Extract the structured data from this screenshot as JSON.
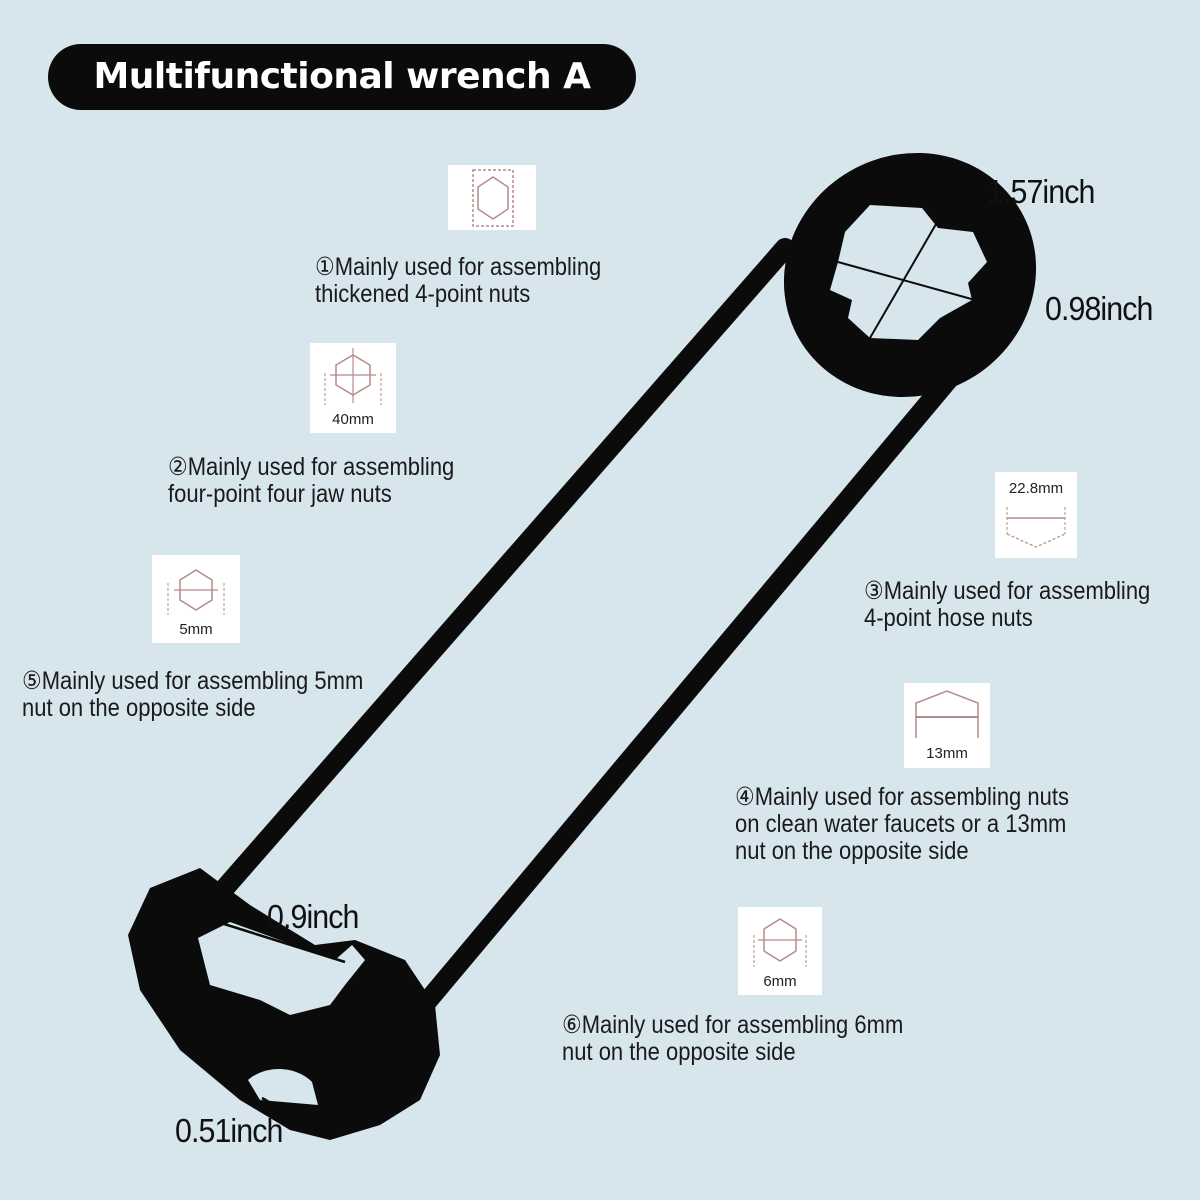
{
  "title": "Multifunctional wrench A",
  "dimensions": {
    "top_width": "1.57inch",
    "top_height": "0.98inch",
    "bottom_jaw": "0.9inch",
    "bottom_small": "0.51inch"
  },
  "features": [
    {
      "line1": "①Mainly used for assembling",
      "line2": "thickened 4-point nuts",
      "thumb_label": ""
    },
    {
      "line1": "②Mainly used for assembling",
      "line2": "four-point four jaw nuts",
      "thumb_label": "40mm"
    },
    {
      "line1": "③Mainly used for assembling",
      "line2": "4-point hose nuts",
      "thumb_label": "22.8mm"
    },
    {
      "line1": "④Mainly used for assembling nuts",
      "line2": "on clean water faucets or a 13mm",
      "line3": "nut on the opposite side",
      "thumb_label": "13mm"
    },
    {
      "line1": "⑤Mainly used for assembling 5mm",
      "line2": "nut on the opposite side",
      "thumb_label": "5mm"
    },
    {
      "line1": "⑥Mainly used for assembling 6mm",
      "line2": "nut on the opposite side",
      "thumb_label": "6mm"
    }
  ],
  "colors": {
    "background": "#d7e5ec",
    "wrench": "#0b0b0b",
    "guide_lines": "#b58a8a"
  }
}
